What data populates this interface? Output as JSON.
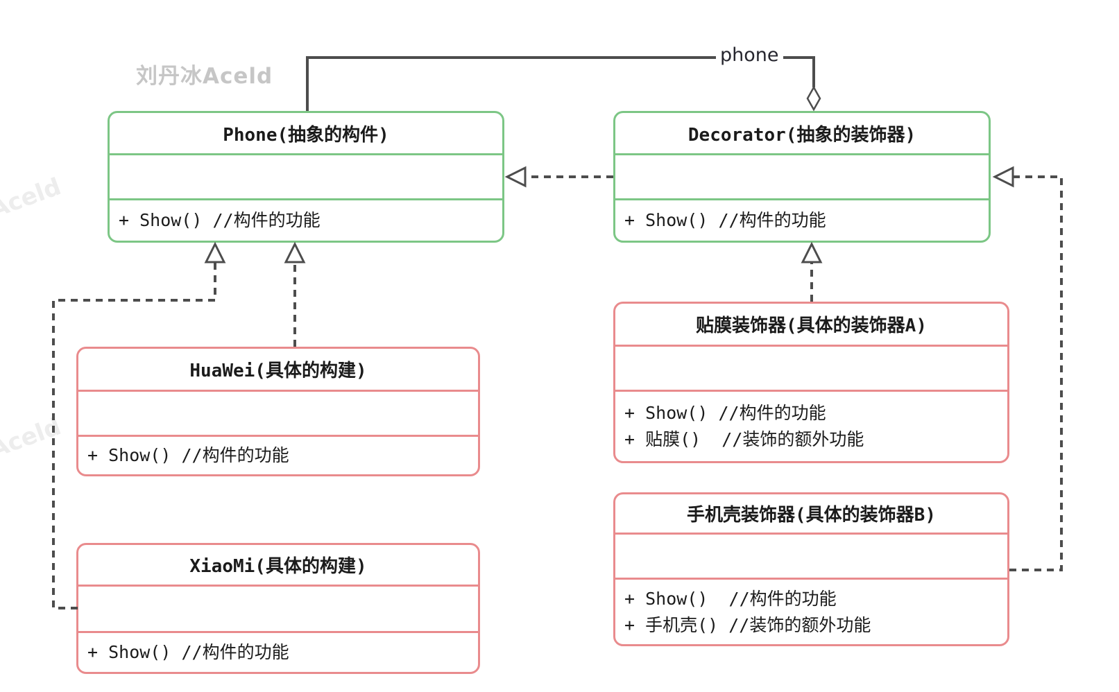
{
  "watermarks": {
    "main": "刘丹冰Aceld",
    "faint": "Aceld"
  },
  "connector_labels": {
    "aggregation": "phone"
  },
  "colors": {
    "abstract_border": "#7cc685",
    "concrete_border": "#e98b8d",
    "line": "#4d4d4d"
  },
  "classes": {
    "phone": {
      "title": "Phone(抽象的构件)",
      "attributes": "",
      "methods": [
        "+ Show() //构件的功能"
      ]
    },
    "decorator": {
      "title": "Decorator(抽象的装饰器)",
      "attributes": "",
      "methods": [
        "+ Show() //构件的功能"
      ]
    },
    "huawei": {
      "title": "HuaWei(具体的构建)",
      "attributes": "",
      "methods": [
        "+ Show() //构件的功能"
      ]
    },
    "xiaomi": {
      "title": "XiaoMi(具体的构建)",
      "attributes": "",
      "methods": [
        "+ Show() //构件的功能"
      ]
    },
    "film_decorator": {
      "title": "贴膜装饰器(具体的装饰器A)",
      "attributes": "",
      "methods": [
        "+ Show() //构件的功能",
        "+ 贴膜()  //装饰的额外功能"
      ]
    },
    "case_decorator": {
      "title": "手机壳装饰器(具体的装饰器B)",
      "attributes": "",
      "methods": [
        "+ Show()  //构件的功能",
        "+ 手机壳() //装饰的额外功能"
      ]
    }
  }
}
